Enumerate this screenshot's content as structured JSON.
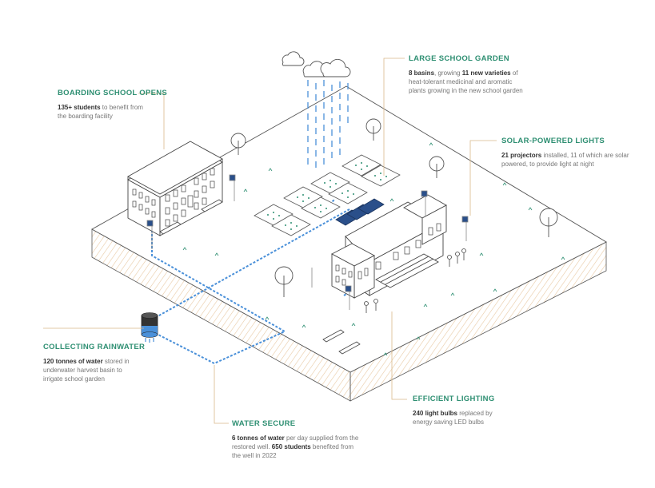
{
  "colors": {
    "accent": "#2e8f72",
    "water": "#4a90d9",
    "line": "#444444",
    "leader": "#d9b98a",
    "soil_hatch": "#e8c9a4",
    "solar_panel": "#2a4f8a"
  },
  "callouts": {
    "boarding": {
      "title": "BOARDING SCHOOL OPENS",
      "bold1": "135+ students",
      "text1": " to benefit from the boarding facility"
    },
    "garden": {
      "title": "LARGE SCHOOL GARDEN",
      "bold1": "8 basins",
      "text1": ", growing ",
      "bold2": "11 new varieties",
      "text2": " of heat-tolerant medicinal and aromatic plants growing in the new school garden"
    },
    "solar": {
      "title": "SOLAR-POWERED LIGHTS",
      "bold1": "21 projectors",
      "text1": " installed, 11 of which are solar powered, to provide light at night"
    },
    "rainwater": {
      "title": "COLLECTING RAINWATER",
      "bold1": "120 tonnes of water",
      "text1": " stored in underwater harvest basin to irrigate school garden"
    },
    "lighting": {
      "title": "EFFICIENT LIGHTING",
      "bold1": "240 light bulbs",
      "text1": " replaced by energy saving LED bulbs"
    },
    "water": {
      "title": "WATER SECURE",
      "bold1": "6 tonnes of water",
      "text1": " per day supplied from the restored well. ",
      "bold2": "650 students",
      "text2": " benefited from the well in 2022"
    }
  }
}
